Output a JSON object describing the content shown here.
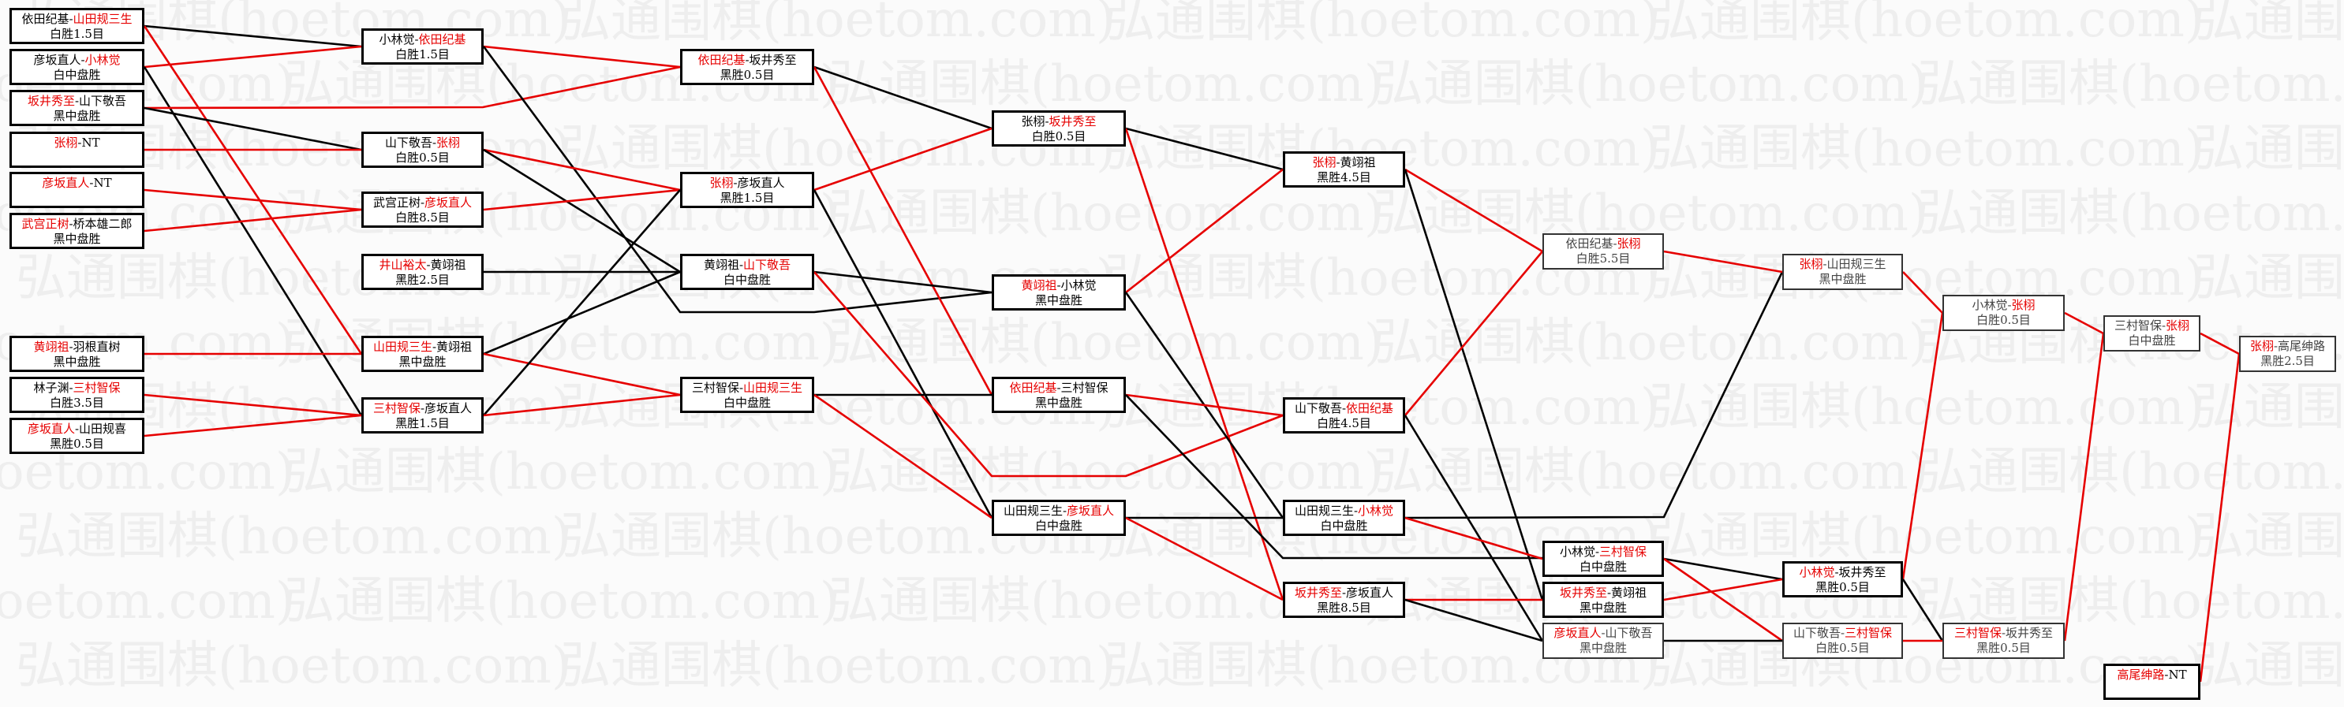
{
  "watermark": "弘通围棋(hoetom.com)",
  "separator": "-",
  "colors": {
    "win": "#e60000",
    "lose": "#000000"
  },
  "matches": [
    {
      "id": "A1",
      "p1": "依田纪基",
      "p2": "山田规三生",
      "result": "白胜1.5目",
      "win": 2
    },
    {
      "id": "A2",
      "p1": "彦坂直人",
      "p2": "小林觉",
      "result": "白中盘胜",
      "win": 2
    },
    {
      "id": "A3",
      "p1": "坂井秀至",
      "p2": "山下敬吾",
      "result": "黑中盘胜",
      "win": 1
    },
    {
      "id": "A4",
      "p1": "张栩",
      "p2": "NT",
      "result": "",
      "win": 1
    },
    {
      "id": "A5",
      "p1": "彦坂直人",
      "p2": "NT",
      "result": "",
      "win": 1
    },
    {
      "id": "A6",
      "p1": "武宫正树",
      "p2": "桥本雄二郎",
      "result": "黑中盘胜",
      "win": 1
    },
    {
      "id": "A7",
      "p1": "黄翊祖",
      "p2": "羽根直树",
      "result": "黑中盘胜",
      "win": 1
    },
    {
      "id": "A8",
      "p1": "林子渊",
      "p2": "三村智保",
      "result": "白胜3.5目",
      "win": 2
    },
    {
      "id": "A9",
      "p1": "彦坂直人",
      "p2": "山田规喜",
      "result": "黑胜0.5目",
      "win": 1
    },
    {
      "id": "B1",
      "p1": "小林觉",
      "p2": "依田纪基",
      "result": "白胜1.5目",
      "win": 2
    },
    {
      "id": "B2",
      "p1": "山下敬吾",
      "p2": "张栩",
      "result": "白胜0.5目",
      "win": 2
    },
    {
      "id": "B3",
      "p1": "武宫正树",
      "p2": "彦坂直人",
      "result": "白胜8.5目",
      "win": 2
    },
    {
      "id": "B4",
      "p1": "井山裕太",
      "p2": "黄翊祖",
      "result": "黑胜2.5目",
      "win": 1
    },
    {
      "id": "B5",
      "p1": "山田规三生",
      "p2": "黄翊祖",
      "result": "黑中盘胜",
      "win": 1
    },
    {
      "id": "B6",
      "p1": "三村智保",
      "p2": "彦坂直人",
      "result": "黑胜1.5目",
      "win": 1
    },
    {
      "id": "C1",
      "p1": "依田纪基",
      "p2": "坂井秀至",
      "result": "黑胜0.5目",
      "win": 1
    },
    {
      "id": "C2",
      "p1": "张栩",
      "p2": "彦坂直人",
      "result": "黑胜1.5目",
      "win": 1
    },
    {
      "id": "C3",
      "p1": "黄翊祖",
      "p2": "山下敬吾",
      "result": "白中盘胜",
      "win": 2
    },
    {
      "id": "C4",
      "p1": "三村智保",
      "p2": "山田规三生",
      "result": "白中盘胜",
      "win": 2
    },
    {
      "id": "D1",
      "p1": "张栩",
      "p2": "坂井秀至",
      "result": "白胜0.5目",
      "win": 2
    },
    {
      "id": "D2",
      "p1": "黄翊祖",
      "p2": "小林觉",
      "result": "黑中盘胜",
      "win": 1
    },
    {
      "id": "D3",
      "p1": "依田纪基",
      "p2": "三村智保",
      "result": "黑中盘胜",
      "win": 1
    },
    {
      "id": "D4",
      "p1": "山田规三生",
      "p2": "彦坂直人",
      "result": "白中盘胜",
      "win": 2
    },
    {
      "id": "E1",
      "p1": "张栩",
      "p2": "黄翊祖",
      "result": "黑胜4.5目",
      "win": 1
    },
    {
      "id": "E2",
      "p1": "山下敬吾",
      "p2": "依田纪基",
      "result": "白胜4.5目",
      "win": 2
    },
    {
      "id": "E3",
      "p1": "山田规三生",
      "p2": "小林觉",
      "result": "白中盘胜",
      "win": 2
    },
    {
      "id": "E4",
      "p1": "坂井秀至",
      "p2": "彦坂直人",
      "result": "黑胜8.5目",
      "win": 1
    },
    {
      "id": "F0",
      "p1": "依田纪基",
      "p2": "张栩",
      "result": "白胜5.5目",
      "win": 2,
      "faded": true
    },
    {
      "id": "F1",
      "p1": "小林觉",
      "p2": "三村智保",
      "result": "白中盘胜",
      "win": 2
    },
    {
      "id": "F2",
      "p1": "坂井秀至",
      "p2": "黄翊祖",
      "result": "黑中盘胜",
      "win": 1
    },
    {
      "id": "F3",
      "p1": "彦坂直人",
      "p2": "山下敬吾",
      "result": "黑中盘胜",
      "win": 1,
      "faded": true
    },
    {
      "id": "G0",
      "p1": "张栩",
      "p2": "山田规三生",
      "result": "黑中盘胜",
      "win": 1,
      "faded": true
    },
    {
      "id": "G1",
      "p1": "小林觉",
      "p2": "坂井秀至",
      "result": "黑胜0.5目",
      "win": 1
    },
    {
      "id": "G2",
      "p1": "山下敬吾",
      "p2": "三村智保",
      "result": "白胜0.5目",
      "win": 2,
      "faded": true
    },
    {
      "id": "H0",
      "p1": "小林觉",
      "p2": "张栩",
      "result": "白胜0.5目",
      "win": 2,
      "faded": true
    },
    {
      "id": "H1",
      "p1": "三村智保",
      "p2": "坂井秀至",
      "result": "黑胜0.5目",
      "win": 1,
      "faded": true
    },
    {
      "id": "I0",
      "p1": "三村智保",
      "p2": "张栩",
      "result": "白中盘胜",
      "win": 2,
      "faded": true
    },
    {
      "id": "I1",
      "p1": "高尾绅路",
      "p2": "NT",
      "result": "",
      "win": 1
    },
    {
      "id": "J0",
      "p1": "张栩",
      "p2": "高尾绅路",
      "result": "黑胜2.5目",
      "win": 1,
      "faded": true
    }
  ],
  "links": [
    [
      "A1",
      "B1",
      "lose"
    ],
    [
      "A1",
      "B5",
      "win"
    ],
    [
      "A2",
      "B1",
      "win"
    ],
    [
      "A2",
      "B6",
      "lose"
    ],
    [
      "A3",
      "C1",
      "win"
    ],
    [
      "A3",
      "B2",
      "lose"
    ],
    [
      "A4",
      "B2",
      "win"
    ],
    [
      "A5",
      "B3",
      "win"
    ],
    [
      "A6",
      "B3",
      "win"
    ],
    [
      "A7",
      "B5",
      "win"
    ],
    [
      "A8",
      "B6",
      "win"
    ],
    [
      "A9",
      "B6",
      "win"
    ],
    [
      "B1",
      "C1",
      "win"
    ],
    [
      "B1",
      "D2",
      "lose"
    ],
    [
      "B2",
      "C2",
      "win"
    ],
    [
      "B2",
      "C3",
      "lose"
    ],
    [
      "B3",
      "C2",
      "win"
    ],
    [
      "B4",
      "C3",
      "lose"
    ],
    [
      "B5",
      "C3",
      "lose"
    ],
    [
      "B5",
      "C4",
      "win"
    ],
    [
      "B6",
      "C2",
      "lose"
    ],
    [
      "B6",
      "C4",
      "win"
    ],
    [
      "C1",
      "D1",
      "lose"
    ],
    [
      "C1",
      "D3",
      "win"
    ],
    [
      "C2",
      "D1",
      "win"
    ],
    [
      "C2",
      "D4",
      "lose"
    ],
    [
      "C3",
      "D2",
      "lose"
    ],
    [
      "C3",
      "E2",
      "win"
    ],
    [
      "C4",
      "D3",
      "lose"
    ],
    [
      "C4",
      "D4",
      "win"
    ],
    [
      "D1",
      "E1",
      "lose"
    ],
    [
      "D1",
      "E4",
      "win"
    ],
    [
      "D2",
      "E1",
      "win"
    ],
    [
      "D2",
      "E3",
      "lose"
    ],
    [
      "D3",
      "E2",
      "win"
    ],
    [
      "D3",
      "F1",
      "lose"
    ],
    [
      "D4",
      "E3",
      "lose"
    ],
    [
      "D4",
      "E4",
      "win"
    ],
    [
      "E1",
      "F0",
      "win"
    ],
    [
      "E1",
      "F2",
      "lose"
    ],
    [
      "E2",
      "F0",
      "win"
    ],
    [
      "E2",
      "F3",
      "lose"
    ],
    [
      "E3",
      "G0",
      "lose"
    ],
    [
      "E3",
      "F1",
      "win"
    ],
    [
      "E4",
      "F2",
      "win"
    ],
    [
      "E4",
      "F3",
      "lose"
    ],
    [
      "F0",
      "G0",
      "win"
    ],
    [
      "F1",
      "G1",
      "lose"
    ],
    [
      "F1",
      "G2",
      "win"
    ],
    [
      "F2",
      "G1",
      "win"
    ],
    [
      "F3",
      "G2",
      "lose"
    ],
    [
      "G0",
      "H0",
      "win"
    ],
    [
      "G1",
      "H0",
      "win"
    ],
    [
      "G1",
      "H1",
      "lose"
    ],
    [
      "G2",
      "H1",
      "win"
    ],
    [
      "H0",
      "I0",
      "win"
    ],
    [
      "H1",
      "I0",
      "win"
    ],
    [
      "I0",
      "J0",
      "win"
    ],
    [
      "I1",
      "J0",
      "win"
    ]
  ]
}
